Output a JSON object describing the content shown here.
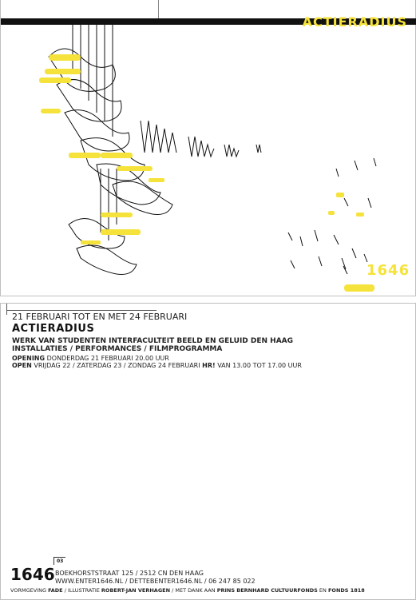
{
  "front": {
    "title": "ACTIERADIUS",
    "number": "1646",
    "accent": "#f5e23a"
  },
  "back": {
    "dates": "21 FEBRUARI TOT EN MET 24 FEBRUARI",
    "title": "ACTIERADIUS",
    "subtitle1": "WERK VAN STUDENTEN INTERFACULTEIT BEELD EN GELUID DEN HAAG",
    "subtitle2": "INSTALLATIES / PERFORMANCES / FILMPROGRAMMA",
    "opening_label": "OPENING",
    "opening_text": "DONDERDAG 21 FEBRUARI 20.00 UUR",
    "open_label": "OPEN",
    "open_text": "VRIJDAG 22 / ZATERDAG 23 / ZONDAG 24 FEBRUARI",
    "open_hr": "HR!",
    "open_hours": "VAN 13.00 TOT 17.00 UUR"
  },
  "footer": {
    "number": "1646",
    "page": "03",
    "address": "BOEKHORSTSTRAAT 125 / 2512 CN DEN HAAG",
    "contact": "WWW.ENTER1646.NL / DETTEBENTER1646.NL / 06 247 85 022",
    "credits_label1": "VORMGEVING",
    "credits_name1": "FADE",
    "credits_label2": "/ ILLUSTRATIE",
    "credits_name2": "ROBERT-JAN VERHAGEN",
    "credits_label3": "/ MET DANK AAN",
    "credits_name3": "PRINS BERNHARD CULTUURFONDS",
    "credits_label4": "EN",
    "credits_name4": "FONDS 1818"
  }
}
